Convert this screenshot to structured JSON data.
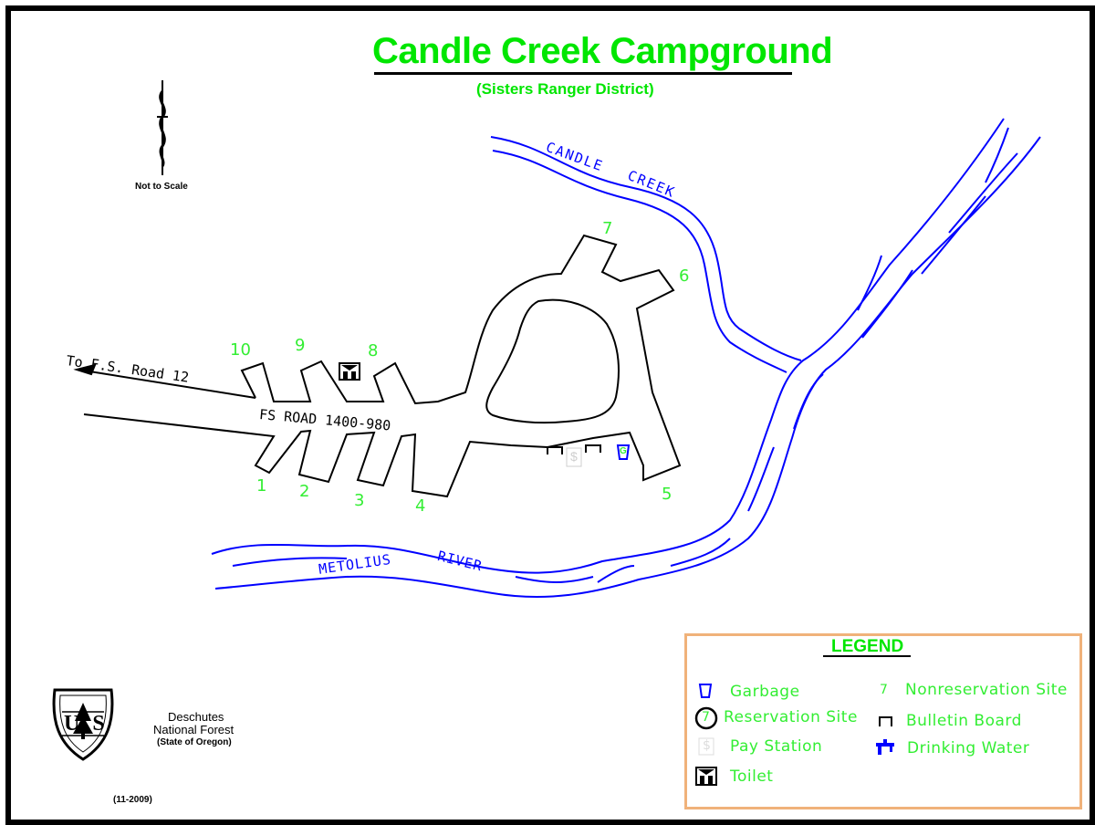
{
  "title": "Candle Creek Campground",
  "subtitle": "(Sisters Ranger District)",
  "scale_note": "Not to Scale",
  "road_labels": {
    "to_road": "To F.S. Road 12",
    "main_road": "FS ROAD 1400-980"
  },
  "water_labels": {
    "creek_word1": "CANDLE",
    "creek_word2": "CREEK",
    "river_word1": "METOLIUS",
    "river_word2": "RIVER"
  },
  "sites": [
    "1",
    "2",
    "3",
    "4",
    "5",
    "6",
    "7",
    "8",
    "9",
    "10"
  ],
  "facility_marks": {
    "pay_station": "$",
    "garbage": "G"
  },
  "legend": {
    "title": "LEGEND",
    "garbage": "Garbage",
    "reservation_site": "Reservation Site",
    "reservation_number": "7",
    "pay_station": "Pay Station",
    "toilet": "Toilet",
    "nonreservation_site": "Nonreservation Site",
    "nonreservation_number": "7",
    "bulletin_board": "Bulletin Board",
    "drinking_water": "Drinking Water"
  },
  "agency": {
    "line1": "Deschutes",
    "line2": "National Forest",
    "line3": "(State of Oregon)",
    "shield_text": "US"
  },
  "date": "(11-2009)",
  "colors": {
    "title": "#00e600",
    "site_numbers": "#33ee33",
    "water": "#0000ff",
    "legend_border": "#f0b27a",
    "road": "#000000"
  },
  "icons": {
    "north_arrow": "north-arrow-icon",
    "toilet": "toilet-icon",
    "garbage": "garbage-icon",
    "pay_station": "pay-station-icon",
    "bulletin_board": "bulletin-board-icon",
    "drinking_water": "drinking-water-icon",
    "agency_shield": "usfs-shield-icon"
  }
}
